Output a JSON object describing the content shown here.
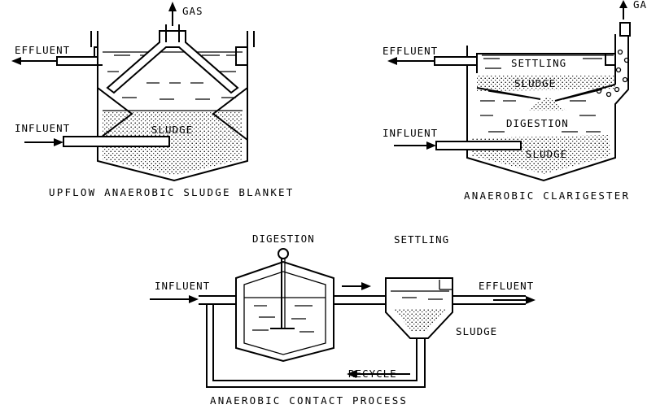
{
  "upflow": {
    "gas": "GAS",
    "effluent": "EFFLUENT",
    "influent": "INFLUENT",
    "sludge": "SLUDGE",
    "caption": "UPFLOW ANAEROBIC SLUDGE BLANKET"
  },
  "clarigester": {
    "gas": "GA",
    "effluent": "EFFLUENT",
    "settling": "SETTLING",
    "sludge_top": "SLUDGE",
    "digestion": "DIGESTION",
    "influent": "INFLUENT",
    "sludge_bottom": "SLUDGE",
    "caption": "ANAEROBIC CLARIGESTER"
  },
  "contact": {
    "digestion": "DIGESTION",
    "settling": "SETTLING",
    "influent": "INFLUENT",
    "effluent": "EFFLUENT",
    "sludge": "SLUDGE",
    "recycle": "RECYCLE",
    "caption": "ANAEROBIC CONTACT PROCESS"
  }
}
